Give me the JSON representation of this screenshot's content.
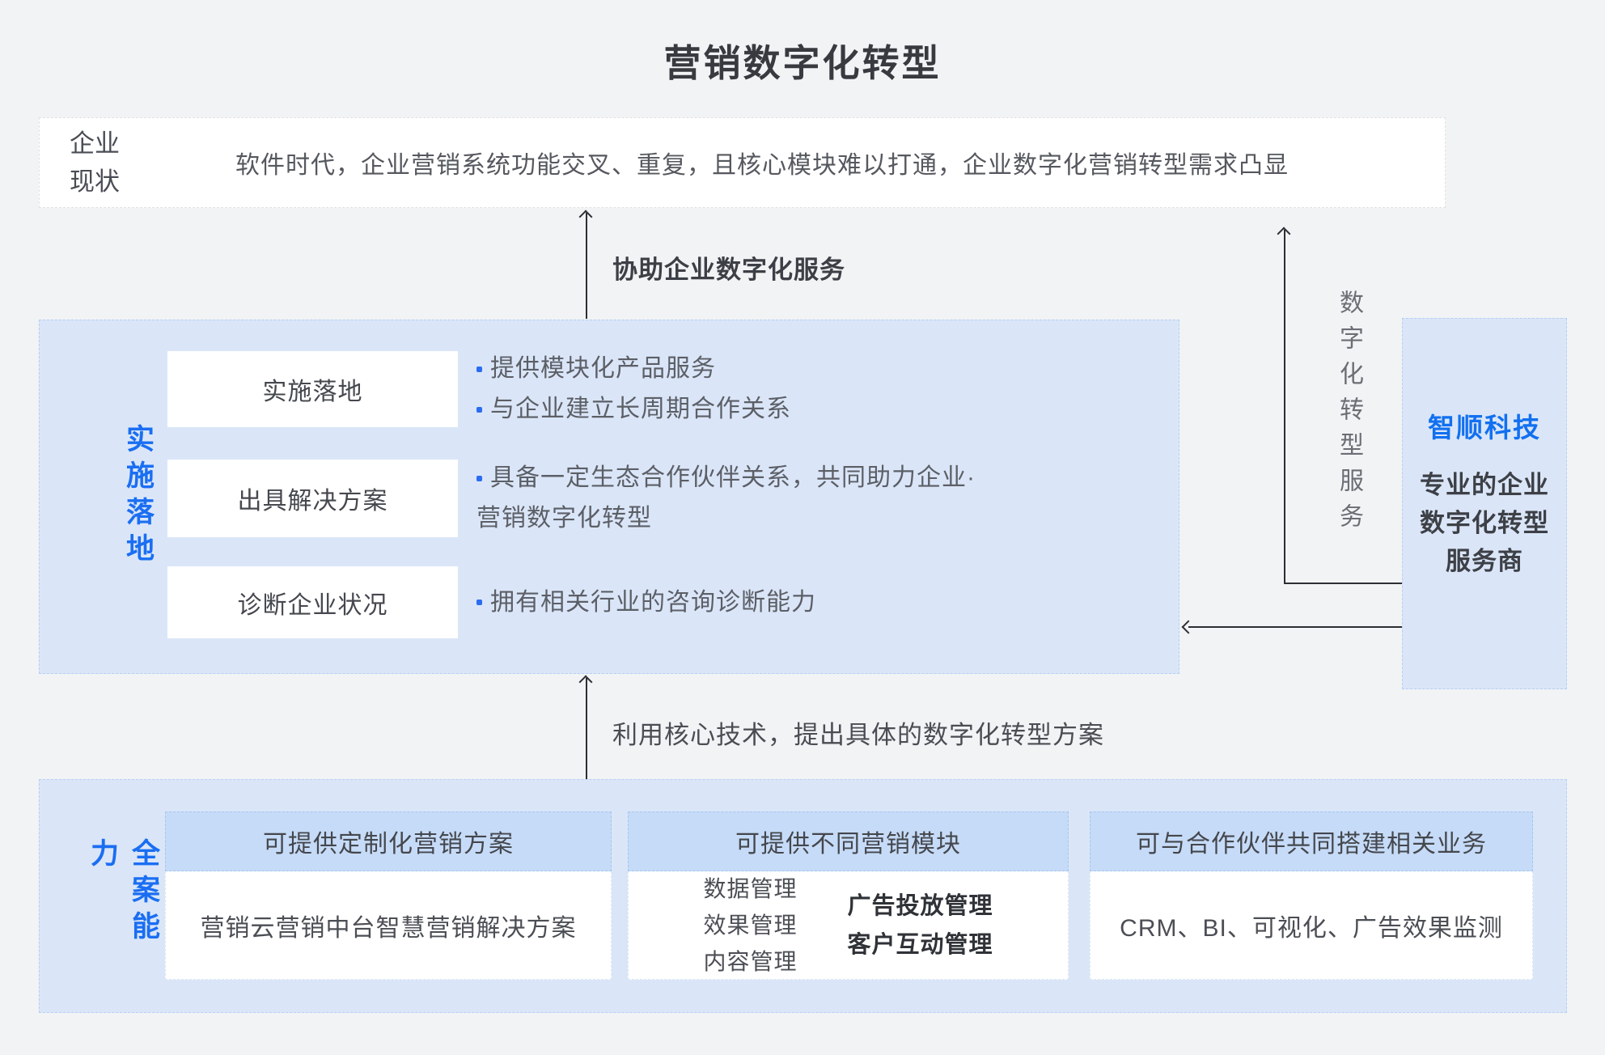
{
  "title": "营销数字化转型",
  "colors": {
    "page_bg": "#f2f3f5",
    "box_blue": "#dae6f8",
    "band_blue": "#c6dbf7",
    "accent": "#1a6ef2",
    "dot_blue": "#2b6cf0",
    "line": "#2c2e33"
  },
  "top_box": {
    "label_line1": "企业",
    "label_line2": "现状",
    "text": "软件时代，企业营销系统功能交叉、重复，且核心模块难以打通，企业数字化营销转型需求凸显"
  },
  "arrows": {
    "assist_label": "协助企业数字化服务",
    "tech_label": "利用核心技术，提出具体的数字化转型方案",
    "service_label": "数字化转型服务"
  },
  "middle_box": {
    "side_label": "实施落地",
    "rows": [
      {
        "box": "实施落地",
        "line1": "提供模块化产品服务",
        "line2": "与企业建立长周期合作关系"
      },
      {
        "box": "出具解决方案",
        "line1": "具备一定生态合作伙伴关系，共同助力企业·",
        "line2": "营销数字化转型"
      },
      {
        "box": "诊断企业状况",
        "line1": "拥有相关行业的咨询诊断能力"
      }
    ]
  },
  "right_box": {
    "name": "智顺科技",
    "desc_line1": "专业的企业",
    "desc_line2": "数字化转型",
    "desc_line3": "服务商"
  },
  "bottom_box": {
    "side_label": "全案能力",
    "columns": [
      {
        "header": "可提供定制化营销方案",
        "content": "营销云营销中台智慧营销解决方案"
      },
      {
        "header": "可提供不同营销模块",
        "left_list": [
          "数据管理",
          "效果管理",
          "内容管理"
        ],
        "right_list": [
          "广告投放管理",
          "客户互动管理"
        ]
      },
      {
        "header": "可与合作伙伴共同搭建相关业务",
        "content": "CRM、BI、可视化、广告效果监测"
      }
    ]
  }
}
